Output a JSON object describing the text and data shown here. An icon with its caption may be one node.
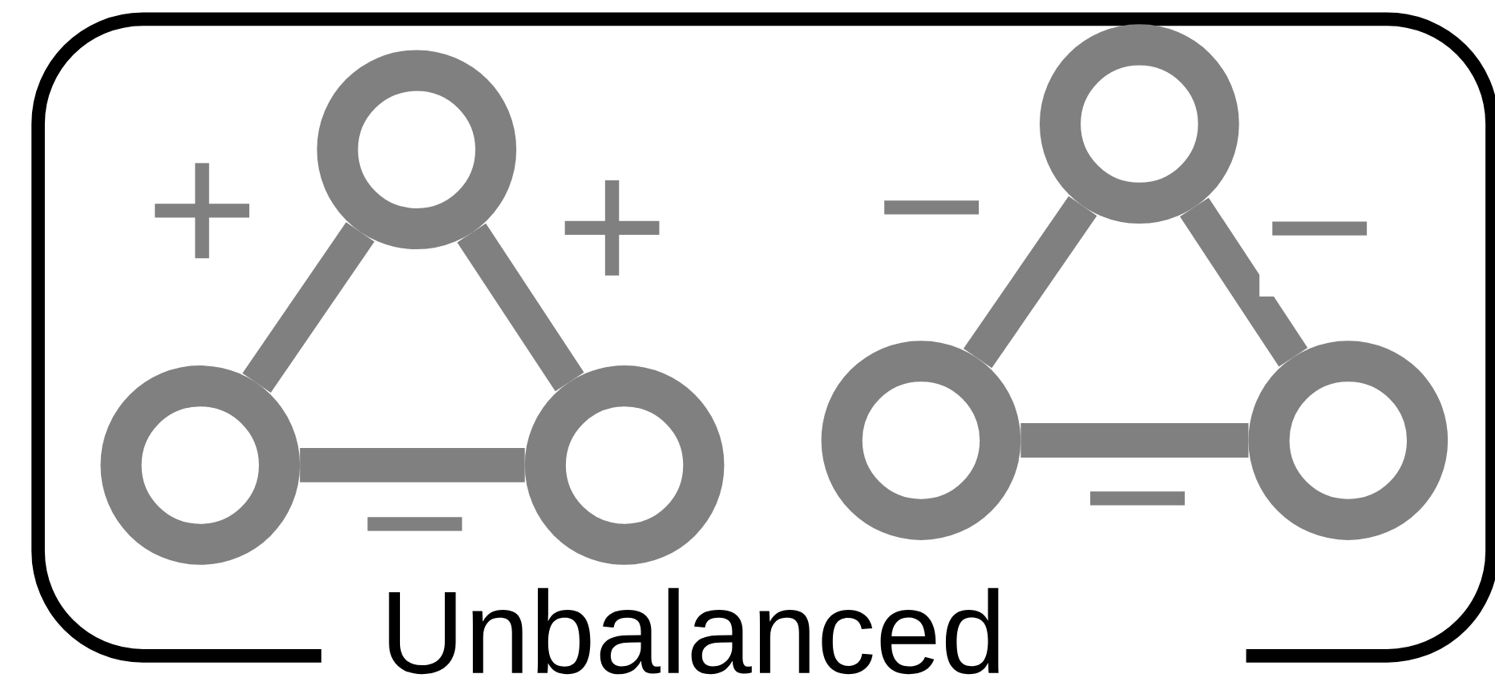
{
  "diagram": {
    "nodes": [
      {
        "text": [],
        "shape": "circle"
      },
      {
        "text": [],
        "shape": "circle"
      },
      {
        "text": [],
        "shape": "circle"
      },
      {
        "text": [],
        "shape": "circle"
      },
      {
        "text": [],
        "shape": "circle"
      },
      {
        "text": [],
        "shape": "circle"
      }
    ],
    "edges": [
      {
        "from": 0,
        "to": 1,
        "arrow": "none",
        "label": "+"
      },
      {
        "from": 0,
        "to": 2,
        "arrow": "none",
        "label": "+"
      },
      {
        "from": 1,
        "to": 2,
        "arrow": "none",
        "label": "−"
      },
      {
        "from": 3,
        "to": 4,
        "arrow": "none",
        "label": "−"
      },
      {
        "from": 3,
        "to": 5,
        "arrow": "none",
        "label": "−"
      },
      {
        "from": 4,
        "to": 5,
        "arrow": "none",
        "label": "−"
      }
    ],
    "labels": [
      "Unbalanced"
    ]
  }
}
